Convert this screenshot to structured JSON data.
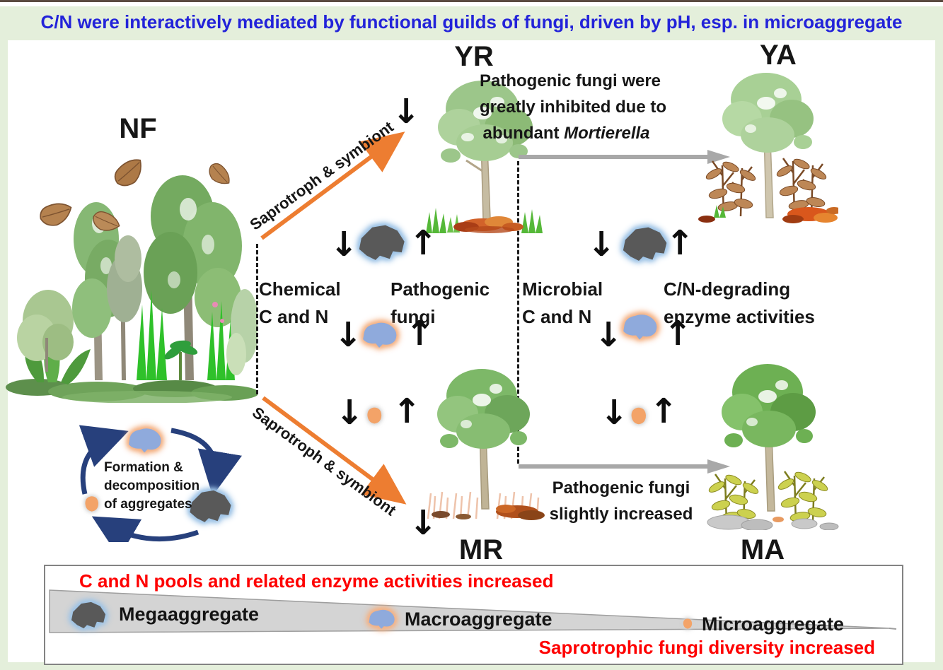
{
  "title": "C/N were interactively mediated by functional guilds of fungi, driven by pH, esp. in microaggregate",
  "sites": {
    "nf": "NF",
    "yr": "YR",
    "ya": "YA",
    "mr": "MR",
    "ma": "MA"
  },
  "symbols": {
    "decrease": "↓",
    "increase": "↑"
  },
  "diagonal_arrows": {
    "top_label": "Saprotroph & symbiont",
    "bottom_label": "Saprotroph & symbiont"
  },
  "annotations": {
    "top_line1": "Pathogenic fungi were",
    "top_line2": "greatly inhibited due to",
    "top_line3_prefix": "abundant ",
    "top_line3_italic": "Mortierella",
    "bottom_line1": "Pathogenic fungi",
    "bottom_line2": "slightly increased"
  },
  "left_panel": {
    "chem_line1": "Chemical",
    "chem_line2": "C and N",
    "path_line1": "Pathogenic",
    "path_line2": "fungi"
  },
  "right_panel": {
    "mic_line1": "Microbial",
    "mic_line2": "C and N",
    "enz_line1": "C/N-degrading",
    "enz_line2": "enzyme activities"
  },
  "cycle": {
    "line1": "Formation &",
    "line2": "decomposition",
    "line3": "of aggregates"
  },
  "legend": {
    "top_text": "C and N pools and related enzyme activities increased",
    "bottom_text": "Saprotrophic fungi diversity increased",
    "items": [
      {
        "label": "Megaaggregate"
      },
      {
        "label": "Macroaggregate"
      },
      {
        "label": "Microaggregate"
      }
    ]
  },
  "colors": {
    "title_blue": "#2323d9",
    "red_text": "#fe0000",
    "accent_orange": "#ed7d31",
    "gray_arrow": "#a8a8a8",
    "mega_fill": "#595959",
    "mega_glow": "#9dc3e6",
    "macro_fill": "#8faadc",
    "macro_glow": "#f4b183",
    "micro_fill": "#f3a368",
    "cycle_navy": "#27407c",
    "frame_green": "#e4efdb",
    "wedge_gray": "#d4d4d4"
  }
}
